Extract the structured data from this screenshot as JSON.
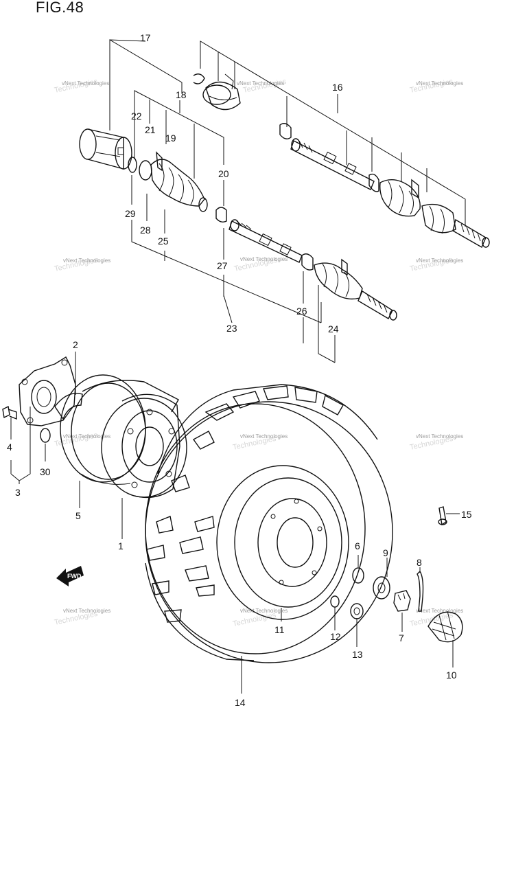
{
  "figure": {
    "title": "FIG.48"
  },
  "watermark": {
    "text": "vNext Technologies",
    "text_back": "Technologies"
  },
  "fwd_marker": {
    "label": "FWD"
  },
  "callouts": [
    {
      "id": "c17",
      "label": "17"
    },
    {
      "id": "c18",
      "label": "18"
    },
    {
      "id": "c16",
      "label": "16"
    },
    {
      "id": "c22",
      "label": "22"
    },
    {
      "id": "c21",
      "label": "21"
    },
    {
      "id": "c19",
      "label": "19"
    },
    {
      "id": "c20",
      "label": "20"
    },
    {
      "id": "c29",
      "label": "29"
    },
    {
      "id": "c28",
      "label": "28"
    },
    {
      "id": "c25",
      "label": "25"
    },
    {
      "id": "c27",
      "label": "27"
    },
    {
      "id": "c26",
      "label": "26"
    },
    {
      "id": "c24",
      "label": "24"
    },
    {
      "id": "c23",
      "label": "23"
    },
    {
      "id": "c2",
      "label": "2"
    },
    {
      "id": "c4",
      "label": "4"
    },
    {
      "id": "c30",
      "label": "30"
    },
    {
      "id": "c3",
      "label": "3"
    },
    {
      "id": "c5",
      "label": "5"
    },
    {
      "id": "c1",
      "label": "1"
    },
    {
      "id": "c15",
      "label": "15"
    },
    {
      "id": "c6",
      "label": "6"
    },
    {
      "id": "c9",
      "label": "9"
    },
    {
      "id": "c8",
      "label": "8"
    },
    {
      "id": "c11",
      "label": "11"
    },
    {
      "id": "c12",
      "label": "12"
    },
    {
      "id": "c13",
      "label": "13"
    },
    {
      "id": "c7",
      "label": "7"
    },
    {
      "id": "c10",
      "label": "10"
    },
    {
      "id": "c14",
      "label": "14"
    }
  ]
}
